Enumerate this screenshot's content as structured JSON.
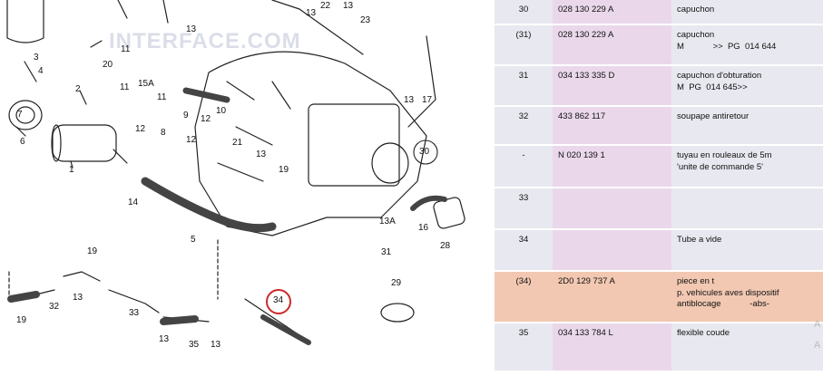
{
  "diagram": {
    "watermark": "INTERFACE.COM",
    "labels": [
      {
        "id": "13-a",
        "text": "13"
      },
      {
        "id": "22",
        "text": "22"
      },
      {
        "id": "13-b",
        "text": "13"
      },
      {
        "id": "23",
        "text": "23"
      },
      {
        "id": "13-c",
        "text": "13"
      },
      {
        "id": "20",
        "text": "20"
      },
      {
        "id": "11-a",
        "text": "11"
      },
      {
        "id": "15a",
        "text": "15A"
      },
      {
        "id": "11-b",
        "text": "11"
      },
      {
        "id": "3",
        "text": "3"
      },
      {
        "id": "4",
        "text": "4"
      },
      {
        "id": "2",
        "text": "2"
      },
      {
        "id": "6",
        "text": "6"
      },
      {
        "id": "1",
        "text": "1"
      },
      {
        "id": "9",
        "text": "9"
      },
      {
        "id": "12-a",
        "text": "12"
      },
      {
        "id": "10",
        "text": "10"
      },
      {
        "id": "12-b",
        "text": "12"
      },
      {
        "id": "8",
        "text": "8"
      },
      {
        "id": "12-c",
        "text": "12"
      },
      {
        "id": "21",
        "text": "21"
      },
      {
        "id": "13-d",
        "text": "13"
      },
      {
        "id": "19-a",
        "text": "19"
      },
      {
        "id": "14",
        "text": "14"
      },
      {
        "id": "5",
        "text": "5"
      },
      {
        "id": "13-e",
        "text": "13"
      },
      {
        "id": "17",
        "text": "17"
      },
      {
        "id": "30",
        "text": "30"
      },
      {
        "id": "13a",
        "text": "13A"
      },
      {
        "id": "16",
        "text": "16"
      },
      {
        "id": "31",
        "text": "31"
      },
      {
        "id": "28",
        "text": "28"
      },
      {
        "id": "19-b",
        "text": "19"
      },
      {
        "id": "13-f",
        "text": "13"
      },
      {
        "id": "19-c",
        "text": "19"
      },
      {
        "id": "32",
        "text": "32"
      },
      {
        "id": "33",
        "text": "33"
      },
      {
        "id": "13-g",
        "text": "13"
      },
      {
        "id": "35",
        "text": "35"
      },
      {
        "id": "13-h",
        "text": "13"
      },
      {
        "id": "34",
        "text": "34"
      },
      {
        "id": "29",
        "text": "29"
      },
      {
        "id": "7",
        "text": "7"
      },
      {
        "id": "11-c",
        "text": "11"
      }
    ]
  },
  "parts_table": {
    "rows": [
      {
        "pos": "30",
        "ref": "028 130 229 A",
        "desc": [
          "capuchon"
        ],
        "highlight": false
      },
      {
        "pos": "(31)",
        "ref": "028 130 229 A",
        "desc": [
          "capuchon",
          "M            >>  PG  014 644"
        ],
        "highlight": false
      },
      {
        "pos": "31",
        "ref": "034 133 335 D",
        "desc": [
          "capuchon d'obturation",
          "M  PG  014 645>>"
        ],
        "highlight": false
      },
      {
        "pos": "32",
        "ref": "433 862 117",
        "desc": [
          "soupape antiretour"
        ],
        "highlight": false
      },
      {
        "pos": "-",
        "ref": "N   020 139 1",
        "desc": [
          "tuyau en rouleaux de 5m",
          "'unite de commande 5'"
        ],
        "highlight": false
      },
      {
        "pos": "33",
        "ref": "",
        "desc": [
          ""
        ],
        "highlight": false
      },
      {
        "pos": "34",
        "ref": "",
        "desc": [
          "Tube a vide"
        ],
        "highlight": false
      },
      {
        "pos": "(34)",
        "ref": "2D0 129 737 A",
        "desc": [
          "piece en t",
          "p. vehicules aves dispositif",
          "antiblocage            -abs-"
        ],
        "highlight": true
      },
      {
        "pos": "35",
        "ref": "034 133 784 L",
        "desc": [
          "flexible coude"
        ],
        "highlight": false
      }
    ],
    "side_glyphs": [
      "A",
      "A"
    ]
  },
  "colors": {
    "row_pos": "#e8e8f0",
    "row_ref": "#ead8ea",
    "row_desc": "#e8e8f0",
    "highlight": "#f2c8b2",
    "callout_circle": "#cc2b2b"
  }
}
